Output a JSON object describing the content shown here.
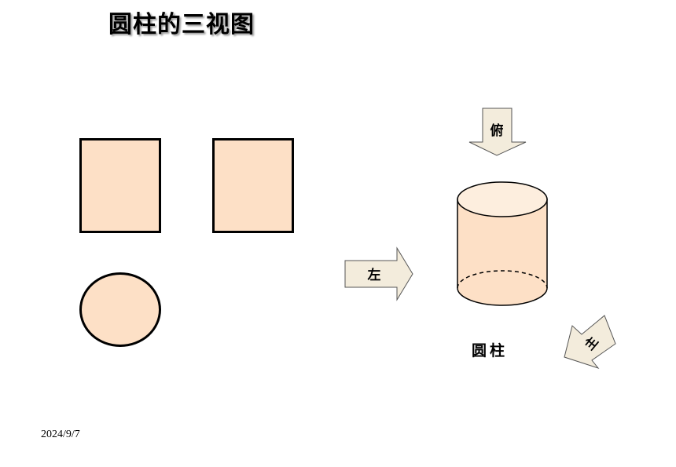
{
  "title": "圆柱的三视图",
  "date": "2024/9/7",
  "object_label": "圆柱",
  "arrows": {
    "top": "俯",
    "left": "左",
    "front": "主"
  },
  "colors": {
    "shape_fill": "#fde0c6",
    "arrow_fill": "#f3ecdc",
    "outline": "#000000"
  }
}
